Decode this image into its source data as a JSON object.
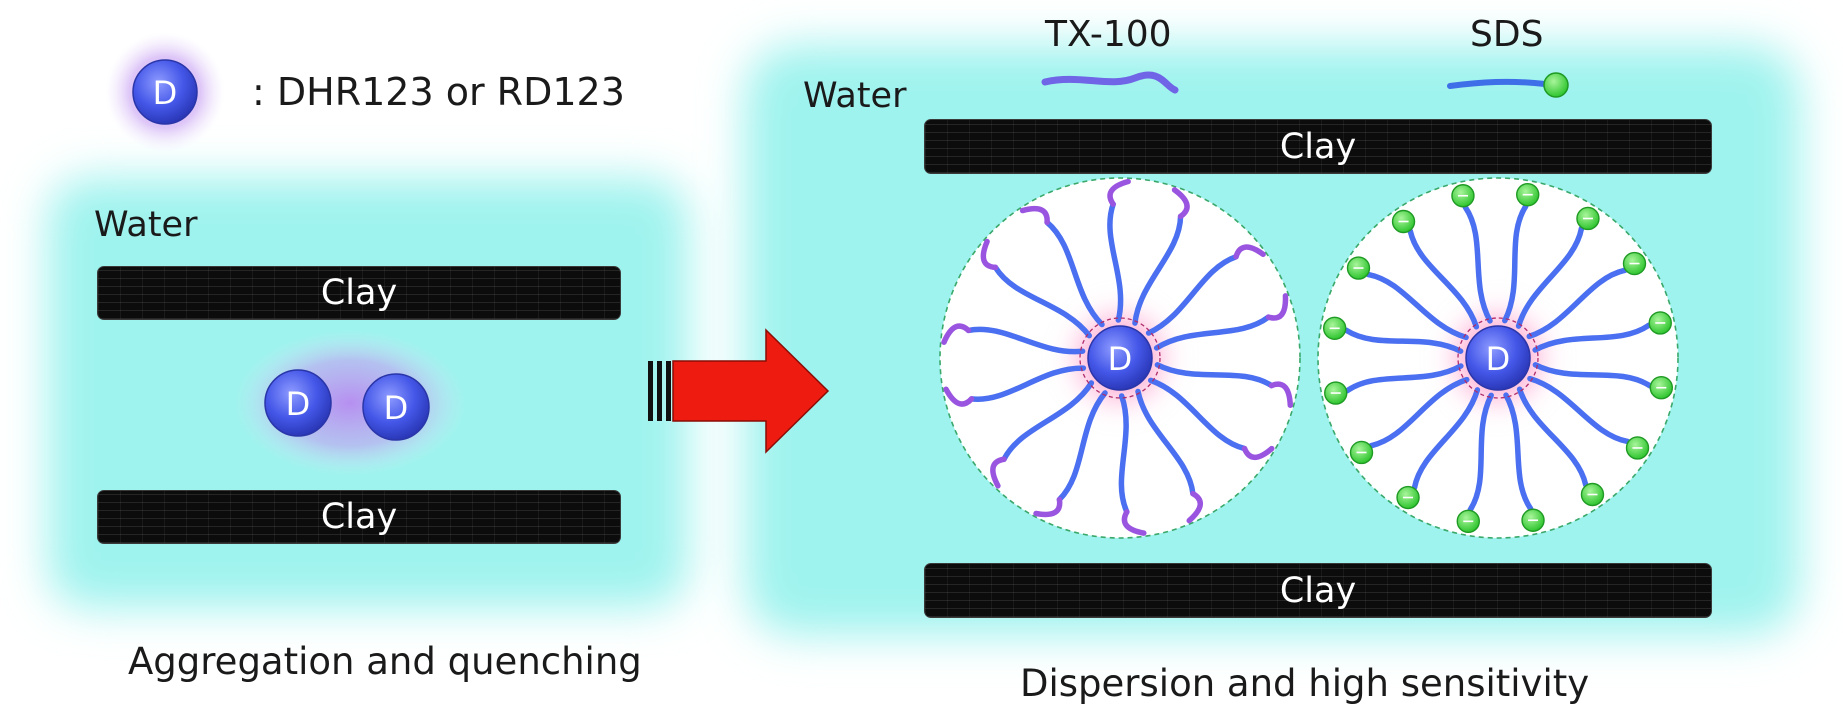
{
  "legend": {
    "molecule_letter": "D",
    "text": ": DHR123 or RD123"
  },
  "left_panel": {
    "medium_label": "Water",
    "clay_top": "Clay",
    "clay_bottom": "Clay",
    "molecules": [
      "D",
      "D"
    ],
    "caption": "Aggregation and quenching"
  },
  "right_panel": {
    "medium_label": "Water",
    "clay_top": "Clay",
    "clay_bottom": "Clay",
    "surfactant_tx": "TX-100",
    "surfactant_sds": "SDS",
    "micelle_tx_core": "D",
    "micelle_sds_core": "D",
    "caption": "Dispersion and high sensitivity"
  },
  "colors": {
    "water_glow": "#9ff3ee",
    "clay": "#0c0c0c",
    "molecule": "#4457e8",
    "molecule_glow": "#b78af0",
    "tx100_tail": "#9a55e0",
    "tx100_chain": "#4a6ff0",
    "sds_head": "#35d436",
    "arrow": "#ee1c10",
    "micelle_border": "#3aa86a"
  }
}
